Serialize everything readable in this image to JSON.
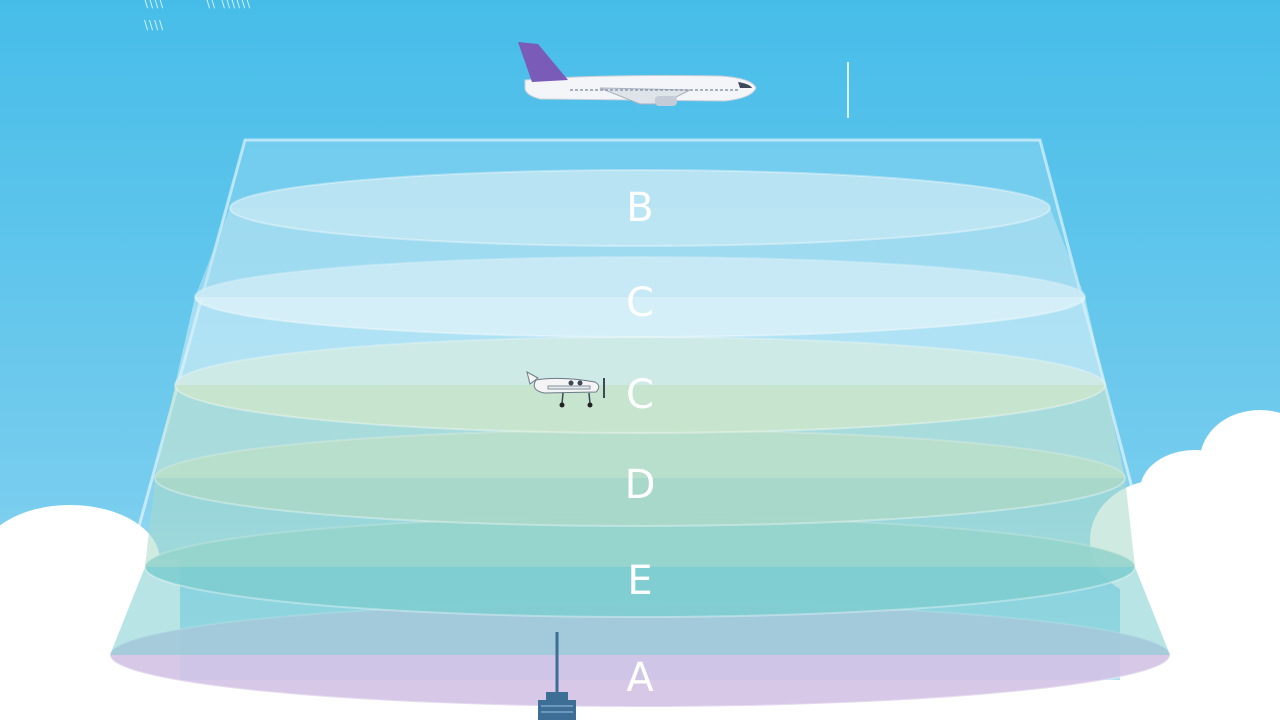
{
  "corner_text": {
    "line1_left": "\\\\\\\\",
    "line1_right": "\\\\ \\\\\\\\\\\\",
    "line2": "\\\\\\\\"
  },
  "layers": [
    {
      "label": "B",
      "color": "#bfe6f3"
    },
    {
      "label": "C",
      "color": "#d8f1f8"
    },
    {
      "label": "C",
      "color": "#c9e4cc"
    },
    {
      "label": "D",
      "color": "#a8d8c8"
    },
    {
      "label": "E",
      "color": "#7ecdd0"
    },
    {
      "label": "A",
      "color": "#d3c2e6"
    }
  ],
  "colors": {
    "sky_top": "#46bde9",
    "sky_bottom": "#b9e5f4",
    "cloud": "#ffffff",
    "jet_tail": "#7a5bb7",
    "tower": "#3c6e96"
  }
}
